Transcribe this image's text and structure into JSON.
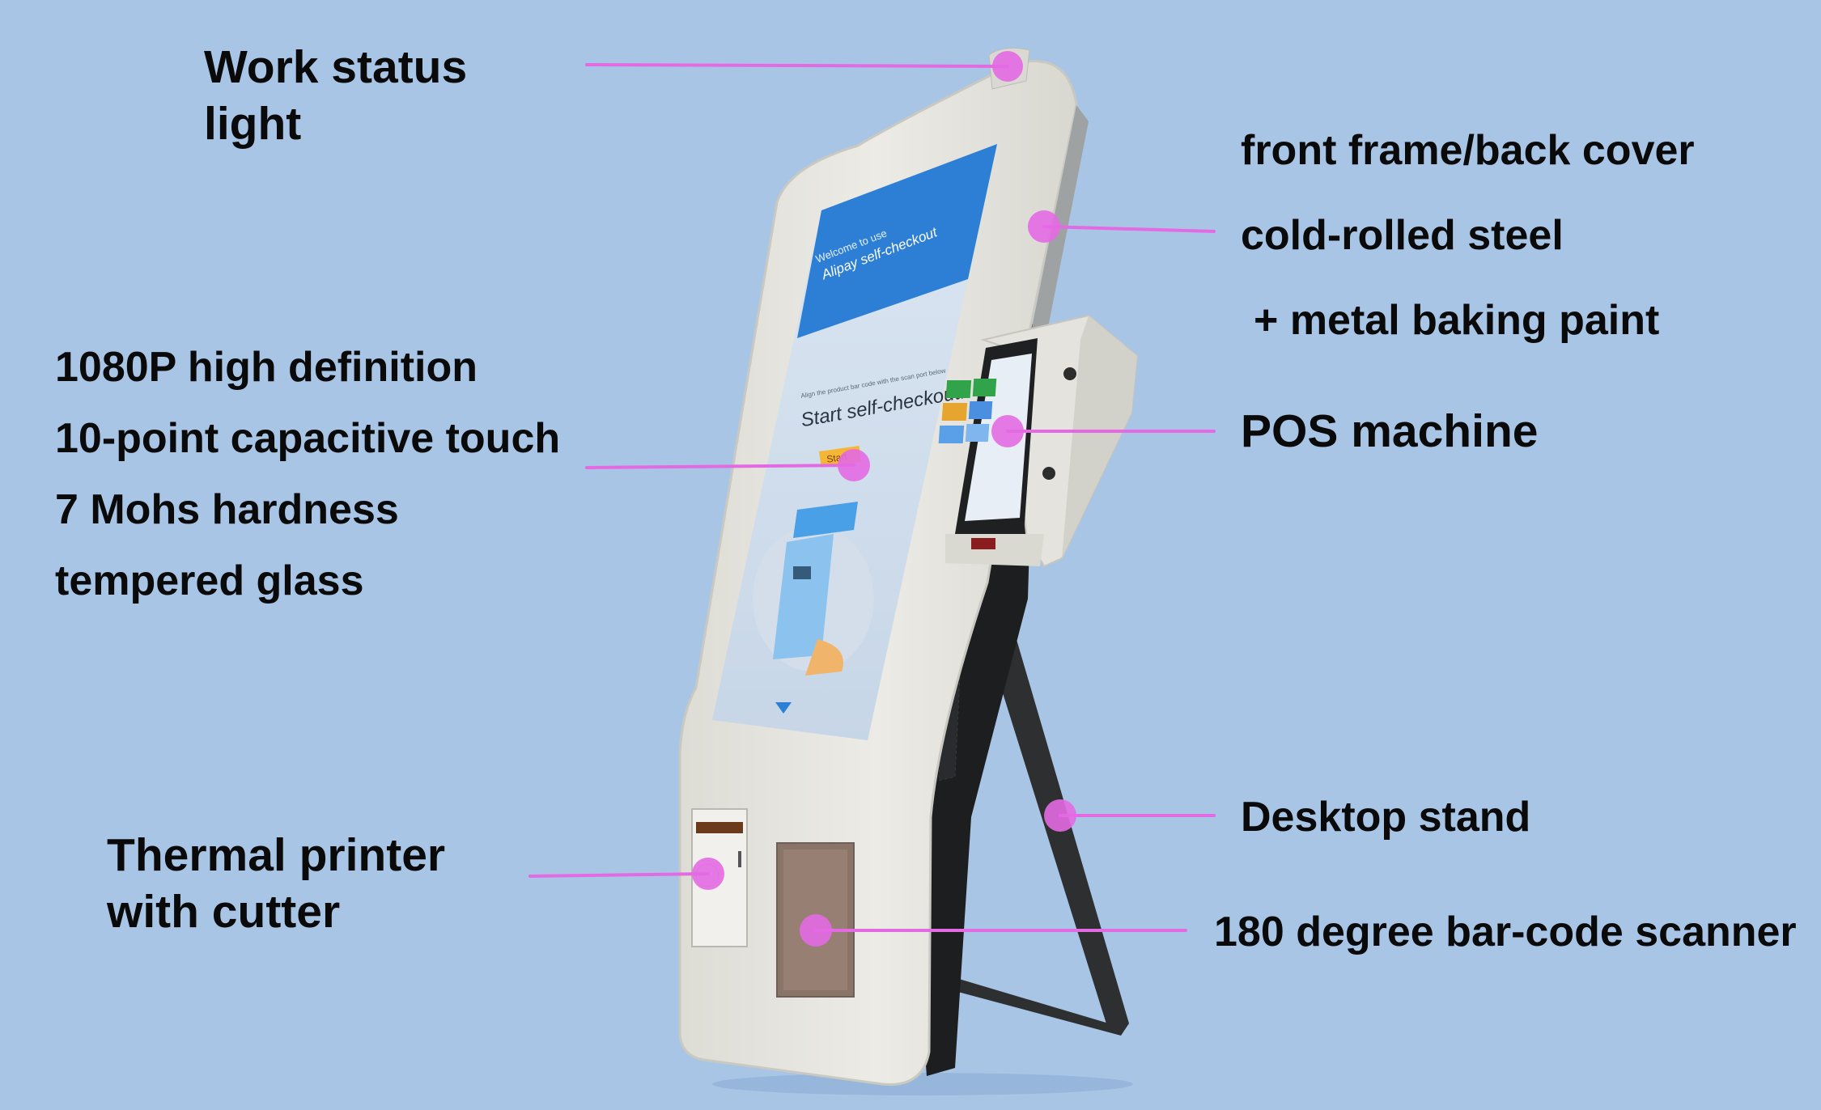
{
  "colors": {
    "background": "#a8c5e6",
    "callout": "#e36ae3",
    "body": "#e9e8e2",
    "screen_blue": "#2d7fd6"
  },
  "labels": {
    "work_status_light": [
      "Work status",
      "light"
    ],
    "front_frame": [
      "front frame/back cover",
      "cold-rolled steel",
      "+ metal baking paint"
    ],
    "display": [
      "1080P high definition",
      "10-point capacitive touch",
      "7 Mohs hardness",
      "tempered glass"
    ],
    "pos_machine": "POS machine",
    "thermal_printer": [
      "Thermal printer",
      "with cutter"
    ],
    "desktop_stand": "Desktop stand",
    "scanner": "180 degree bar-code scanner"
  },
  "screen": {
    "welcome": "Welcome to use",
    "brand": "Alipay self-checkout",
    "hint": "Align the product bar code with the scan port below",
    "headline": "Start self-checkout.",
    "start_button": "Start"
  }
}
